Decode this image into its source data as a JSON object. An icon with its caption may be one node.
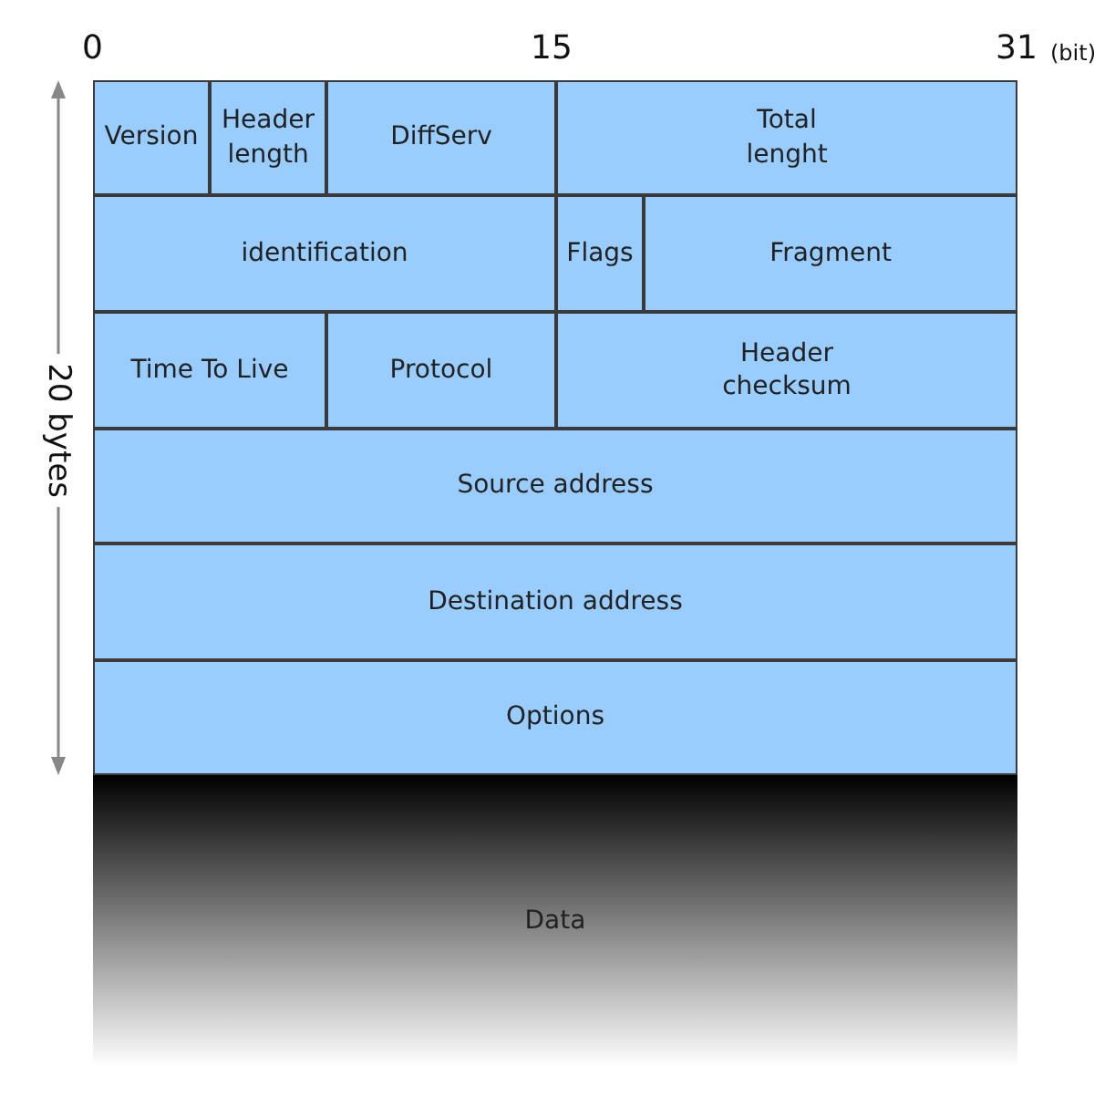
{
  "diagram": {
    "nodes": [
      {
        "text": [
          "Version"
        ]
      },
      {
        "text": [
          "Header length"
        ]
      },
      {
        "text": [
          "DiffServ"
        ]
      },
      {
        "text": [
          "Total lenght"
        ]
      },
      {
        "text": [
          "identification"
        ]
      },
      {
        "text": [
          "Flags"
        ]
      },
      {
        "text": [
          "Fragment"
        ]
      },
      {
        "text": [
          "Time To Live"
        ]
      },
      {
        "text": [
          "Protocol"
        ]
      },
      {
        "text": [
          "Header checksum"
        ]
      },
      {
        "text": [
          "Source address"
        ]
      },
      {
        "text": [
          "Destination address"
        ]
      },
      {
        "text": [
          "Options"
        ]
      },
      {
        "text": [
          "Data"
        ]
      }
    ],
    "edges": [],
    "labels": [
      "0",
      "15",
      "31",
      "(bit)",
      "20 bytes"
    ]
  }
}
